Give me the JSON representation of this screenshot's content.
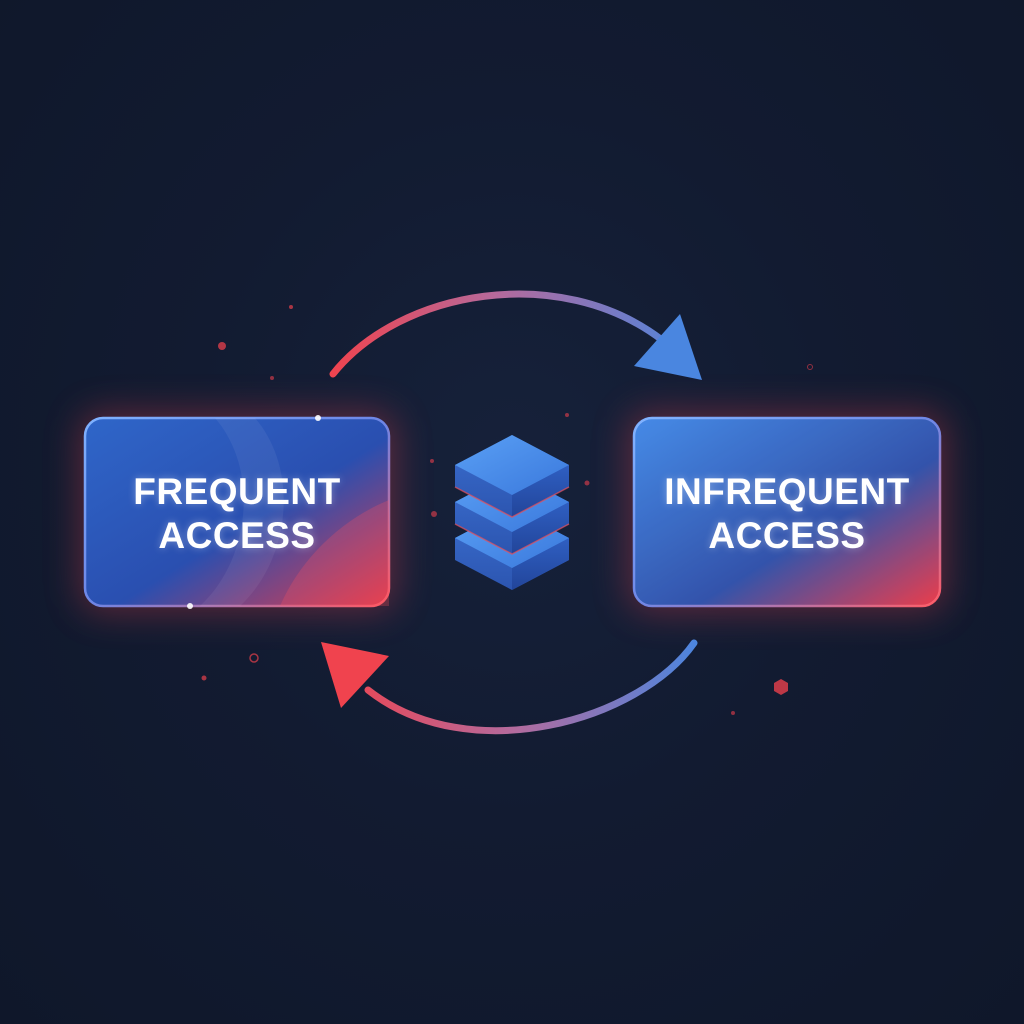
{
  "tiers": {
    "frequent": {
      "line1": "FREQUENT",
      "line2": "ACCESS"
    },
    "infrequent": {
      "line1": "INFREQUENT",
      "line2": "ACCESS"
    }
  },
  "icons": {
    "center": "stacked-layers-icon",
    "top_arrow": "arrow-right-icon",
    "bottom_arrow": "arrow-left-icon"
  },
  "colors": {
    "background": "#111a2e",
    "accent_blue": "#3b7fe0",
    "accent_red": "#f0434e",
    "text": "#ffffff"
  }
}
